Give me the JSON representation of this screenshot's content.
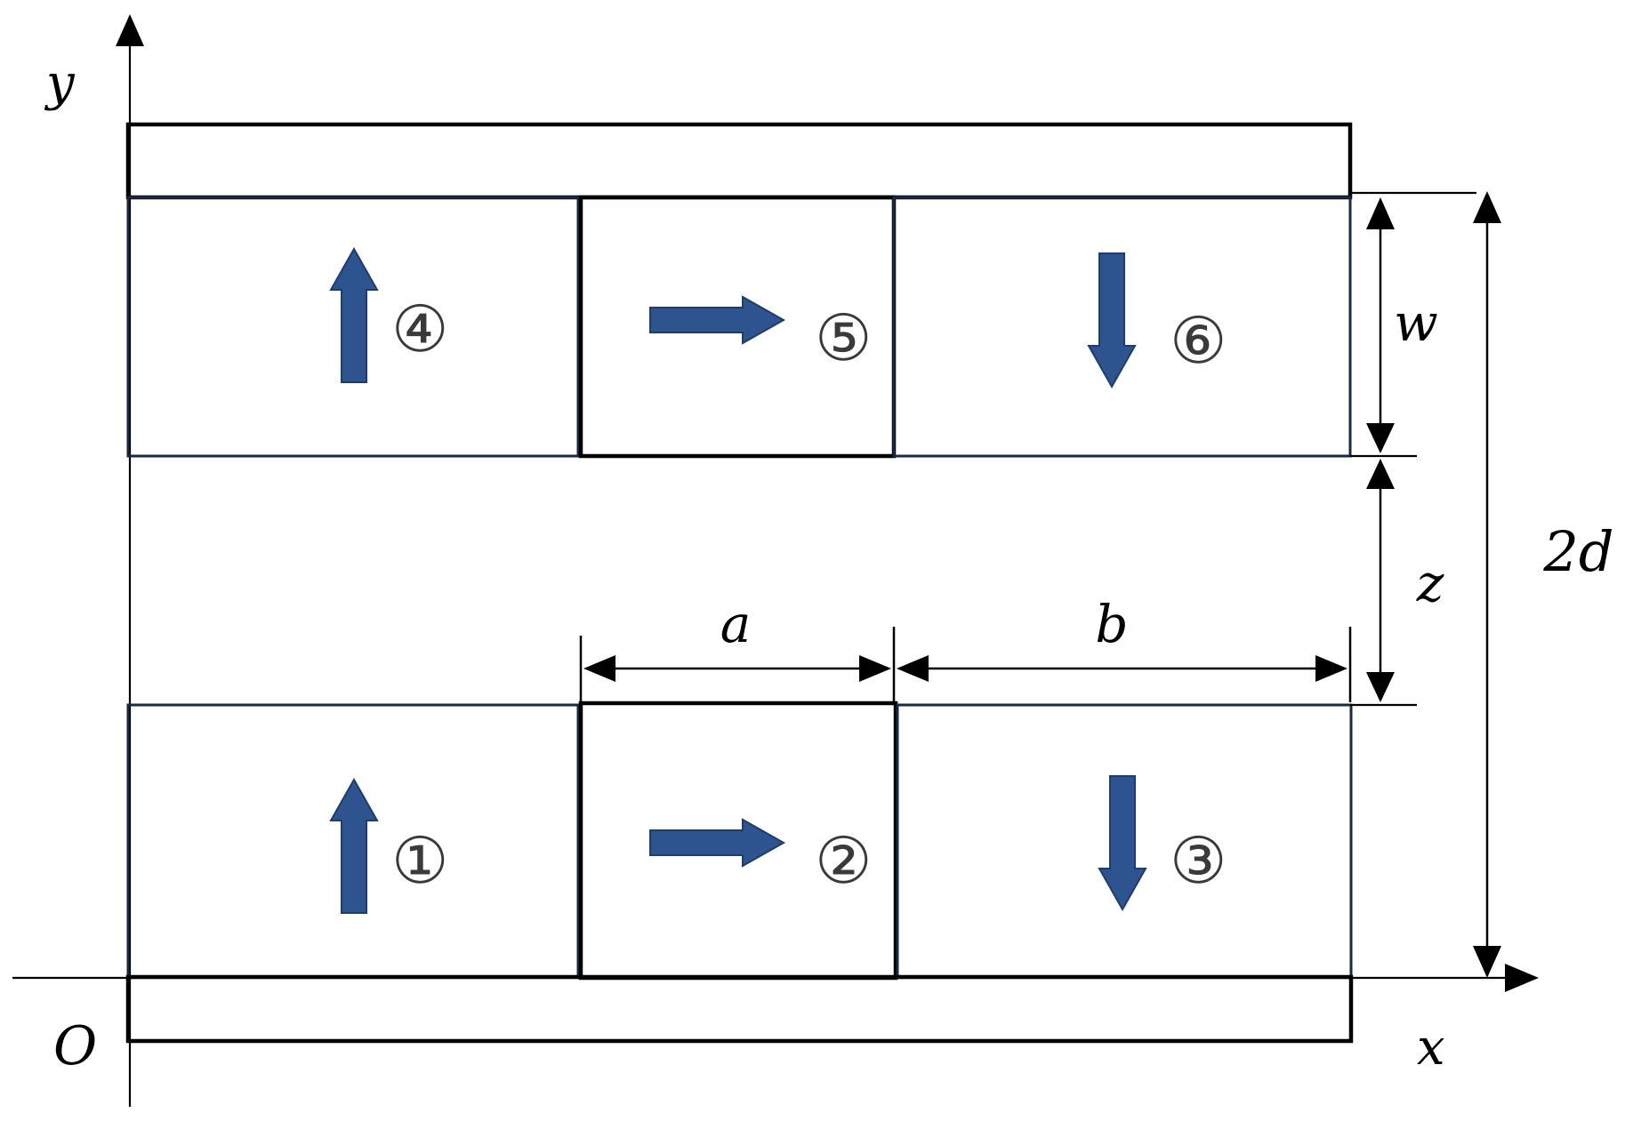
{
  "labels": {
    "y_axis": "y",
    "x_axis": "x",
    "origin": "O",
    "a": "a",
    "b": "b",
    "w": "w",
    "z": "z",
    "two_d": "2d"
  },
  "magnets": [
    {
      "id": "1",
      "label": "①",
      "direction": "up"
    },
    {
      "id": "2",
      "label": "②",
      "direction": "right"
    },
    {
      "id": "3",
      "label": "③",
      "direction": "down"
    },
    {
      "id": "4",
      "label": "④",
      "direction": "up"
    },
    {
      "id": "5",
      "label": "⑤",
      "direction": "right"
    },
    {
      "id": "6",
      "label": "⑥",
      "direction": "down"
    }
  ],
  "colors": {
    "arrow_fill": "#2e5490",
    "arrow_stroke": "#1f3c6a",
    "outline": "#000000",
    "outline_blue": "#1a2a40"
  }
}
